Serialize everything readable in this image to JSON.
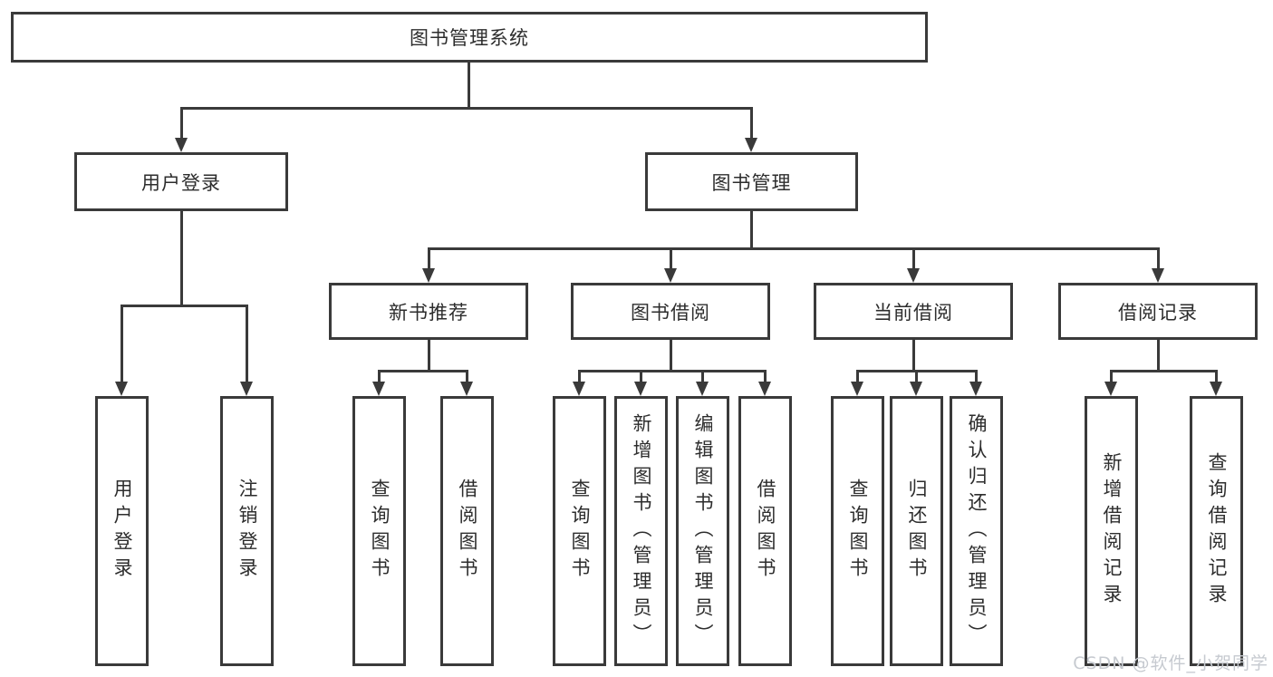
{
  "diagram": {
    "title": "图书管理系统",
    "root": {
      "label": "图书管理系统"
    },
    "level2": [
      {
        "id": "user-login",
        "label": "用户登录",
        "parent": "图书管理系统"
      },
      {
        "id": "book-management",
        "label": "图书管理",
        "parent": "图书管理系统"
      }
    ],
    "level3": [
      {
        "id": "new-book-recommendation",
        "label": "新书推荐",
        "parent": "图书管理"
      },
      {
        "id": "book-borrowing",
        "label": "图书借阅",
        "parent": "图书管理"
      },
      {
        "id": "current-borrowing",
        "label": "当前借阅",
        "parent": "图书管理"
      },
      {
        "id": "borrow-records",
        "label": "借阅记录",
        "parent": "图书管理"
      }
    ],
    "leaves": [
      {
        "label": "用户登录",
        "parent": "用户登录"
      },
      {
        "label": "注销登录",
        "parent": "用户登录"
      },
      {
        "label": "查询图书",
        "parent": "新书推荐"
      },
      {
        "label": "借阅图书",
        "parent": "新书推荐"
      },
      {
        "label": "查询图书",
        "parent": "图书借阅"
      },
      {
        "label": "新增图书（管理员）",
        "parent": "图书借阅"
      },
      {
        "label": "编辑图书（管理员）",
        "parent": "图书借阅"
      },
      {
        "label": "借阅图书",
        "parent": "图书借阅"
      },
      {
        "label": "查询图书",
        "parent": "当前借阅"
      },
      {
        "label": "归还图书",
        "parent": "当前借阅"
      },
      {
        "label": "确认归还（管理员）",
        "parent": "当前借阅"
      },
      {
        "label": "新增借阅记录",
        "parent": "借阅记录"
      },
      {
        "label": "查询借阅记录",
        "parent": "借阅记录"
      }
    ]
  },
  "watermark": {
    "text": "CSDN @软件_小贺同学"
  },
  "colors": {
    "line": "#3a3a3a",
    "text": "#2d2d2d",
    "background": "#ffffff",
    "watermark": "#c6cad0"
  }
}
